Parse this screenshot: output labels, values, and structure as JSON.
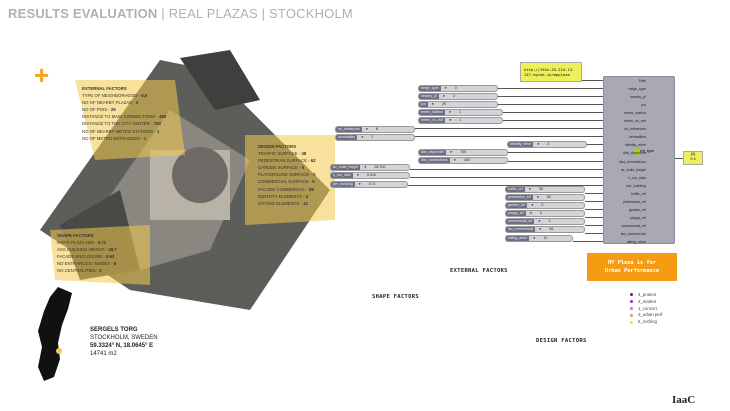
{
  "header": {
    "title_bold": "RESULTS EVALUATION",
    "title_rest": " | REAL PLAZAS | STOCKHOLM"
  },
  "external_factors": {
    "heading": "EXTERNAL FACTORS",
    "items": [
      {
        "label": "TYPE OF NEIGHBORHOOD - ",
        "value": "5,0"
      },
      {
        "label": "NO OF NEARBY PLAZAS - ",
        "value": "3"
      },
      {
        "label": "NO OF POIS - ",
        "value": "29"
      },
      {
        "label": "DISTANCE TO MAIN CONNECTIONS - ",
        "value": "450"
      },
      {
        "label": "DISTANCE TO THE CITY CENTER - ",
        "value": "700"
      },
      {
        "label": "NO OF NEARBY METRO STATIONS - ",
        "value": "1"
      },
      {
        "label": "NO OF METRO ENTRANCES - ",
        "value": "1"
      }
    ]
  },
  "design_factors": {
    "heading": "DESIGN FACTORS",
    "items": [
      {
        "label": "TRAFFIC SURFACE - ",
        "value": "38"
      },
      {
        "label": "PEDESTRIAN SURFACE - ",
        "value": "62"
      },
      {
        "label": "GARDEN SURFACE - ",
        "value": "0"
      },
      {
        "label": "PLAYGROUND SURFACE - ",
        "value": "0"
      },
      {
        "label": "COMMERCIAL SURFACE - ",
        "value": "0"
      },
      {
        "label": "FACADE COMMERCIAL - ",
        "value": "89"
      },
      {
        "label": "IDENTITY ELEMENTS - ",
        "value": "3"
      },
      {
        "label": "SITTING ELEMENTS - ",
        "value": "12"
      }
    ]
  },
  "shape_factors": {
    "heading": "SHAPE FACTORS",
    "items": [
      {
        "label": "RATIO PLAZA H/W - ",
        "value": "0.71"
      },
      {
        "label": "AVG BUILDING HEIGHT - ",
        "value": "28.7"
      },
      {
        "label": "FACADE ENCLOSURE - ",
        "value": "0.93"
      },
      {
        "label": "NO ENTRANCES / NODES - ",
        "value": "8"
      },
      {
        "label": "NO CENTRALITIES - ",
        "value": "2"
      }
    ]
  },
  "site": {
    "name": "SERGELS TORG",
    "city": "STOCKHOLM, SWEDEN",
    "coords": "59.3324° N, 18.0645° E",
    "area": "14741 m2"
  },
  "url_panel": "http://192x-35-224-13-127.ngrok.io/mpplaza",
  "sliders": [
    {
      "label": "heigh_type",
      "value": "0"
    },
    {
      "label": "nearby_pl",
      "value": "3"
    },
    {
      "label": "poi",
      "value": "29"
    },
    {
      "label": "metro_station",
      "value": "1"
    },
    {
      "label": "metro_no_ent",
      "value": "1"
    },
    {
      "label": "no_entrances",
      "value": "8"
    },
    {
      "label": "centralities",
      "value": "2"
    },
    {
      "label": "identity_elem",
      "value": "3"
    },
    {
      "label": "dist_citycenter",
      "value": "700"
    },
    {
      "label": "dist_connections",
      "value": "450"
    },
    {
      "label": "av_build_height",
      "value": "28.700"
    },
    {
      "label": "h_sm_ratio",
      "value": "0.510"
    },
    {
      "label": "per_building",
      "value": "0.71"
    },
    {
      "label": "traffic_srf",
      "value": "38"
    },
    {
      "label": "pedestrian_srf",
      "value": "62"
    },
    {
      "label": "garden_srf",
      "value": "0"
    },
    {
      "label": "playgr_srf",
      "value": "0"
    },
    {
      "label": "commercial_srf",
      "value": "0"
    },
    {
      "label": "fac_commercial",
      "value": "89"
    },
    {
      "label": "sitting_elem",
      "value": "12"
    }
  ],
  "component": {
    "inputs": [
      "Path",
      "heigh_type",
      "nearby_pl",
      "poi",
      "metro_station",
      "metro_no_ent",
      "no_entrances",
      "centralities",
      "identity_elem",
      "dist_citycenter",
      "dist_connections",
      "av_build_height",
      "h_sm_ratio",
      "per_building",
      "traffic_srf",
      "pedestrian_srf",
      "garden_srf",
      "playgr_srf",
      "commercial_srf",
      "fac_commercial",
      "sitting_elem"
    ],
    "output": "event_type"
  },
  "output_panel": {
    "path": "{0}",
    "value": "0 4"
  },
  "sections": {
    "external": "EXTERNAL FACTORS",
    "shape": "SHAPE FACTORS",
    "design": "DESIGN FACTORS"
  },
  "result_box": {
    "line1": "MY Plaza is for",
    "line2": "Urban Performance"
  },
  "legend": [
    {
      "label": "4_protest",
      "color": "#4a2a6a"
    },
    {
      "label": "2_market",
      "color": "#8a3aa0"
    },
    {
      "label": "1_concert",
      "color": "#b87ac8"
    },
    {
      "label": "3_urban perf",
      "color": "#e8907a"
    },
    {
      "label": "5_nothing",
      "color": "#f2d27a"
    }
  ],
  "logo": "IaaC",
  "accent": "#f59c12"
}
